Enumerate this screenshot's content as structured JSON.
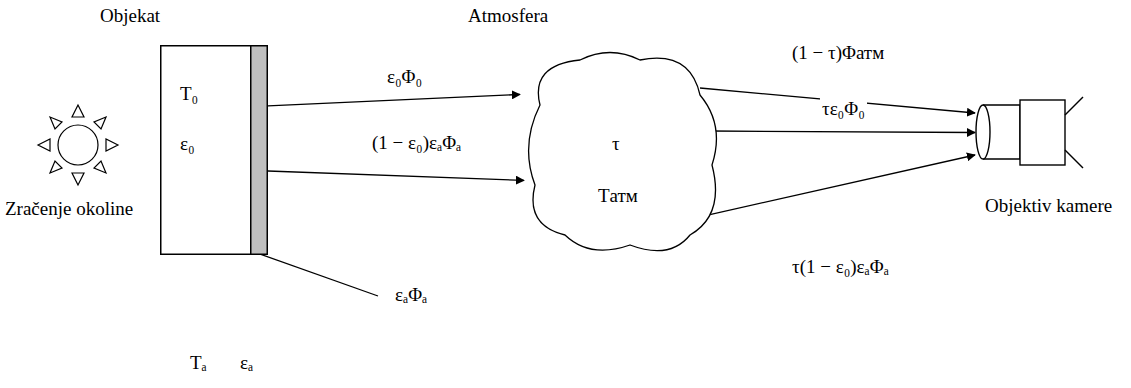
{
  "diagram": {
    "nodes": [
      {
        "text": [
          "Objekat",
          "T₀",
          "ε₀"
        ]
      },
      {
        "text": [
          "Atmosfera",
          "τ",
          "Tатм"
        ]
      },
      {
        "text": [
          "Objektiv kamere"
        ]
      }
    ],
    "edges": [
      {
        "from": 0,
        "to": 1,
        "arrow": "to",
        "label": "ε₀Φ₀"
      },
      {
        "from": 0,
        "to": 1,
        "arrow": "to",
        "label": "(1 − ε₀)εₐΦₐ"
      },
      {
        "from": 1,
        "to": 2,
        "arrow": "to",
        "label": "(1 − τ)Φатм"
      },
      {
        "from": 1,
        "to": 2,
        "arrow": "to",
        "label": "τε₀Φ₀"
      },
      {
        "from": 1,
        "to": 2,
        "arrow": "to",
        "label": "τ(1 − ε₀)εₐΦₐ"
      }
    ],
    "labels": [
      "Zračenje okoline",
      "εₐΦₐ",
      "Tₐ",
      "εₐ"
    ]
  }
}
